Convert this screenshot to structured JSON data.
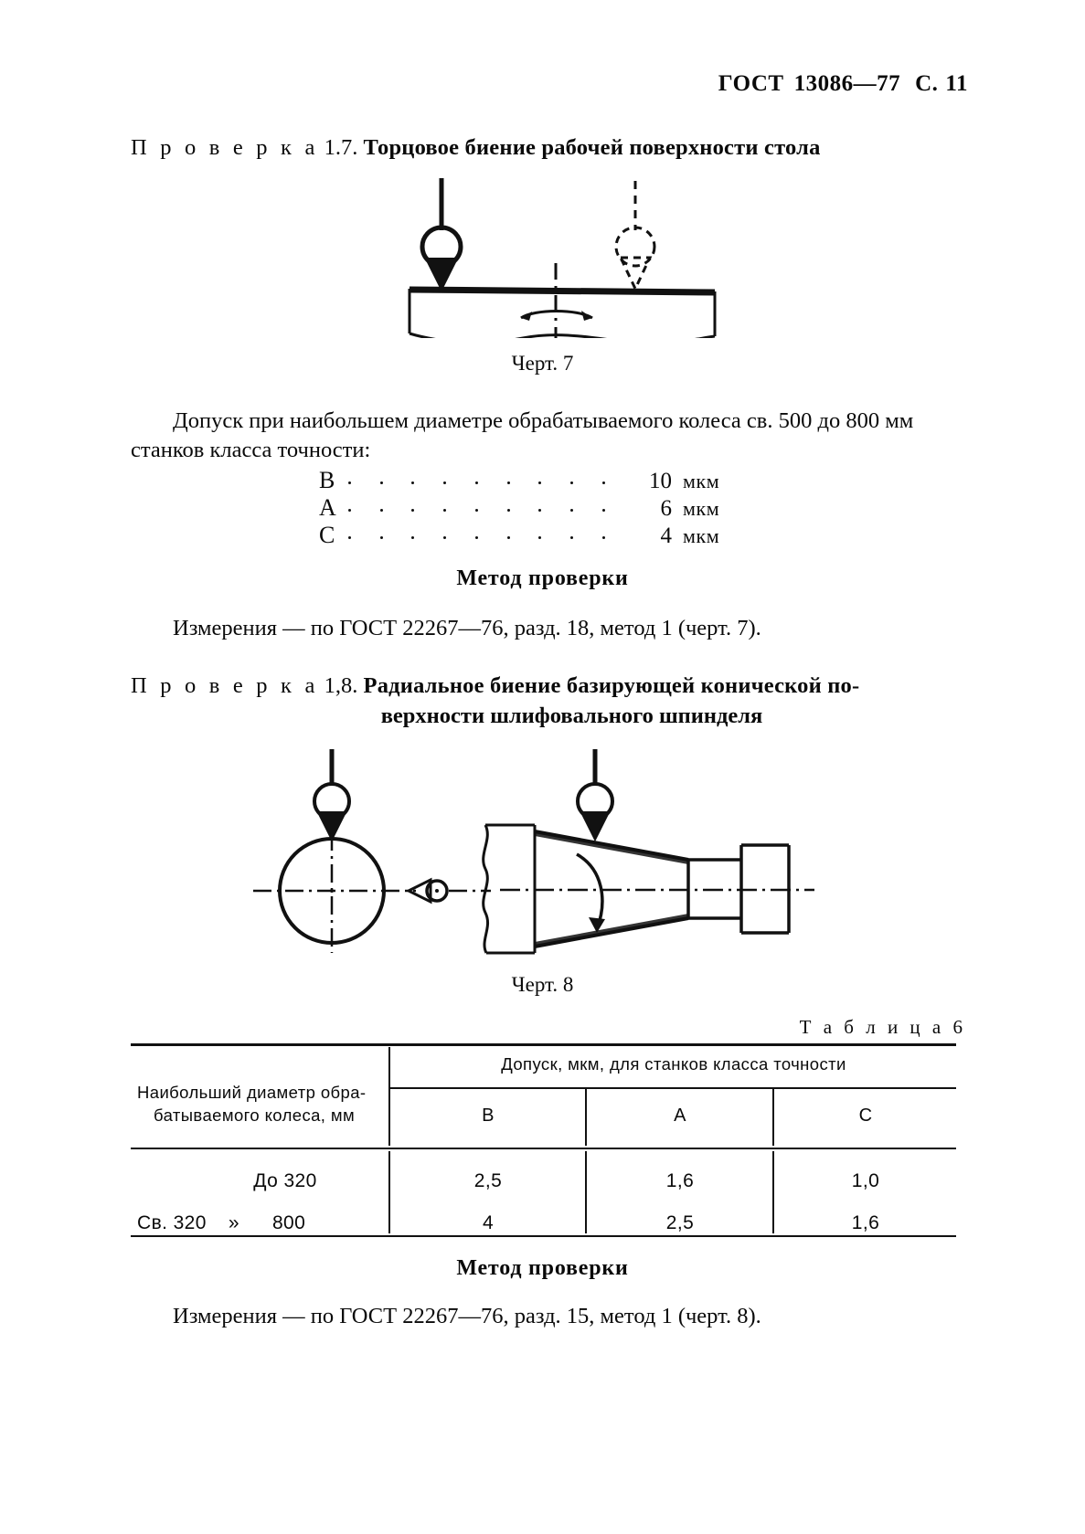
{
  "header": {
    "standard_label": "ГОСТ",
    "standard_number": "13086—77",
    "page_label": "С.",
    "page_number": "11"
  },
  "checks": [
    {
      "word": "П р о в е р к а",
      "number": "1.7.",
      "title": "Торцовое биение рабочей поверхности стола"
    },
    {
      "word": "П р о в е р к а",
      "number": "1,8.",
      "title_line1": "Радиальное биение базирующей конической  по-",
      "title_line2": "верхности шлифовального шпинделя"
    }
  ],
  "figures": [
    {
      "caption": "Черт. 7"
    },
    {
      "caption": "Черт. 8"
    }
  ],
  "tolerance_paragraph": {
    "line1": "Допуск при наибольшем диаметре обрабатываемого колеса св.",
    "line2": "500 до 800 мм станков класса точности:"
  },
  "tolerance_list": [
    {
      "class": "В",
      "value": "10",
      "unit": "мкм"
    },
    {
      "class": "А",
      "value": "6",
      "unit": "мкм"
    },
    {
      "class": "С",
      "value": "4",
      "unit": "мкм"
    }
  ],
  "method_label_1": "Метод проверки",
  "measurement_1": "Измерения — по ГОСТ 22267—76, разд. 18, метод 1 (черт. 7).",
  "method_label_2": "Метод проверки",
  "measurement_2": "Измерения — по ГОСТ 22267—76, разд. 15, метод 1 (черт. 8).",
  "table": {
    "label": "Т а б л и ц а 6",
    "stub_header_line1": "Наибольший  диаметр  обра-",
    "stub_header_line2": "батываемого  колеса,  мм",
    "span_header": "Допуск, мкм, для станков класса точности",
    "class_headers": [
      "В",
      "А",
      "С"
    ],
    "rows": [
      {
        "stub": "До  320",
        "values": [
          "2,5",
          "1,6",
          "1,0"
        ]
      },
      {
        "stub_prefix": "Св.  320",
        "stub_mid": "»",
        "stub_suffix": "800",
        "values": [
          "4",
          "2,5",
          "1,6"
        ]
      }
    ]
  },
  "colors": {
    "ink": "#0a0a0a",
    "paper": "#ffffff"
  }
}
